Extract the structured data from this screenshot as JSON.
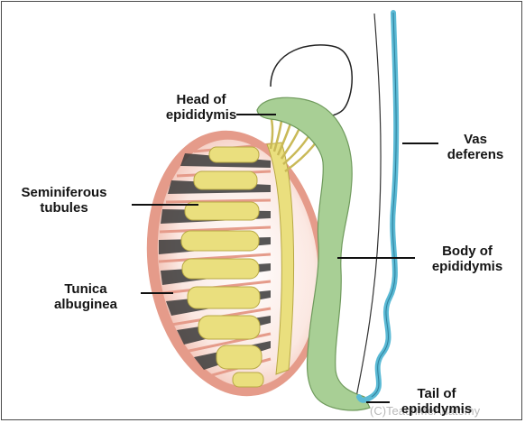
{
  "labels": {
    "head": [
      "Head of",
      "epididymis"
    ],
    "seminiferous": [
      "Seminiferous",
      "tubules"
    ],
    "tunica": [
      "Tunica",
      "albuginea"
    ],
    "vas": [
      "Vas",
      "deferens"
    ],
    "body": [
      "Body of",
      "epididymis"
    ],
    "tail": [
      "Tail of",
      "epididymis"
    ]
  },
  "watermark": "(C)TeachMeAnatomy",
  "colors": {
    "testis_outline": "#e59b8a",
    "tubules": "#eadf7e",
    "epididymis": "#a8cf95",
    "vas_deferens": "#5bbad5",
    "lobule_shadow": "#3a3a3a"
  }
}
